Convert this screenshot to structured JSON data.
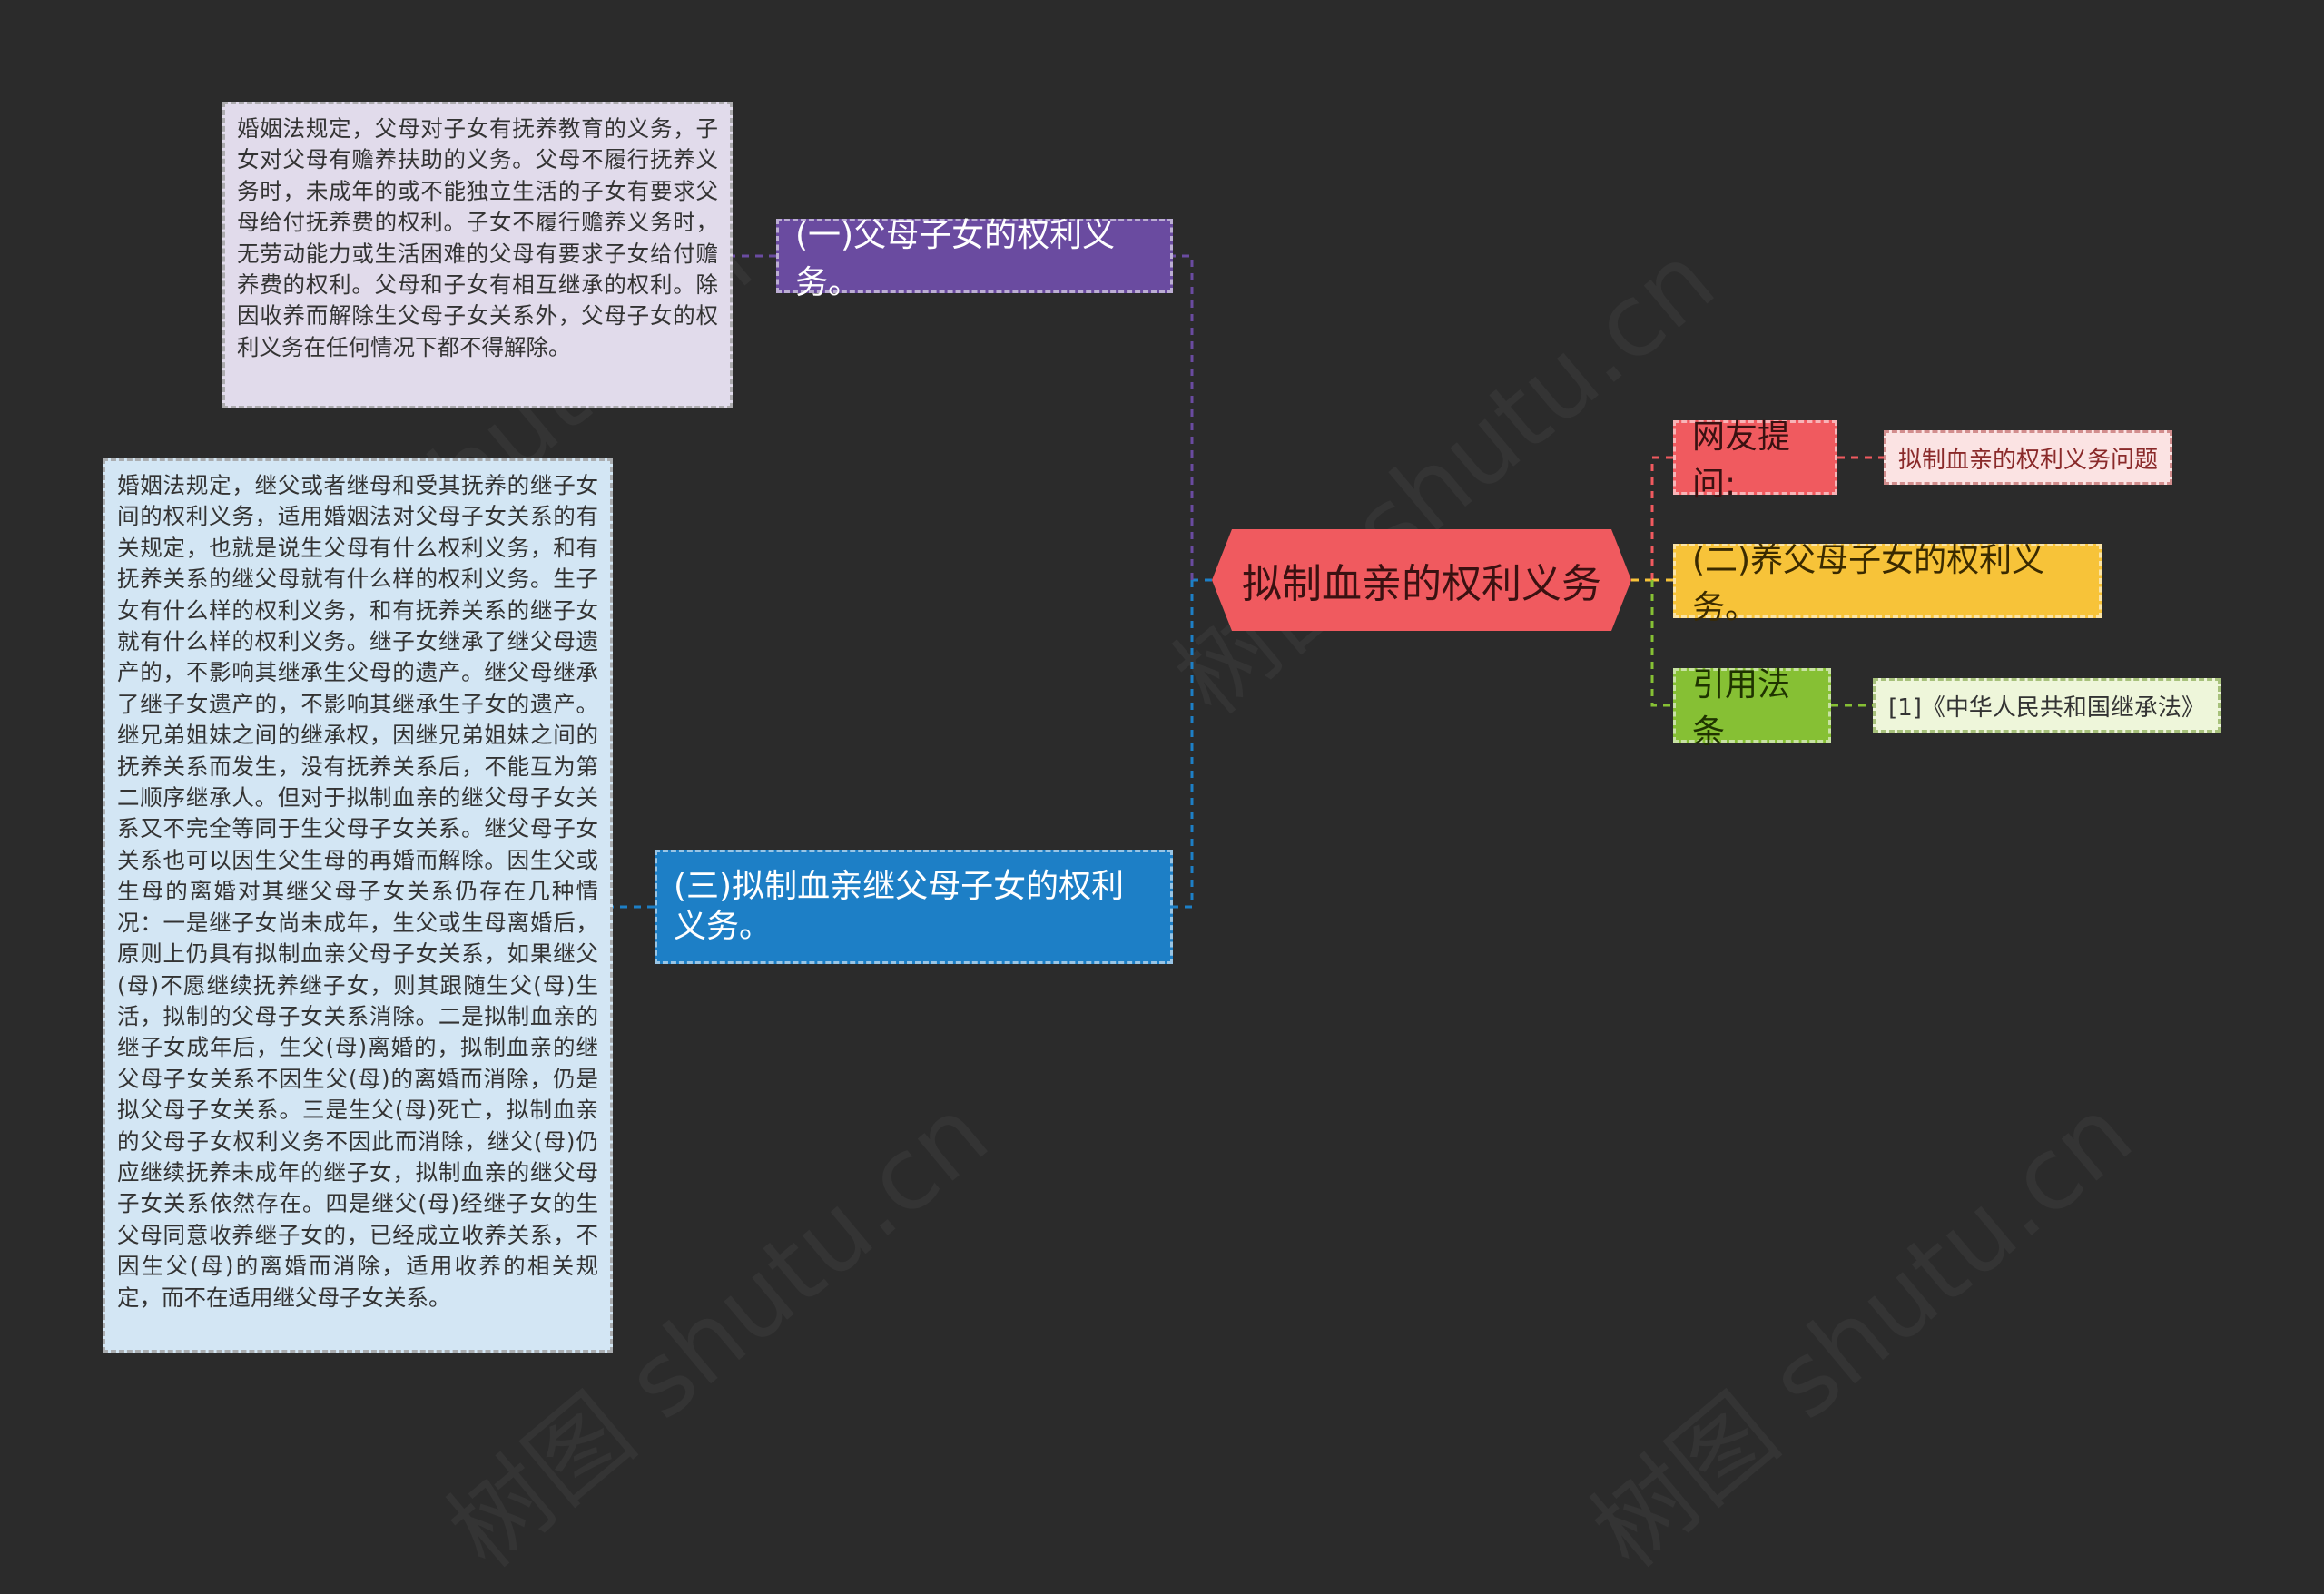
{
  "root": {
    "label": "拟制血亲的权利义务"
  },
  "branches": {
    "b1": {
      "label": "(一)父母子女的权利义务。"
    },
    "b2": {
      "label": "(二)养父母子女的权利义务。"
    },
    "b3": {
      "label": "(三)拟制血亲继父母子女的权利义务。"
    },
    "netizen": {
      "label": "网友提问:"
    },
    "cite": {
      "label": "引用法条"
    }
  },
  "leaves": {
    "netizen_q": "拟制血亲的权利义务问题",
    "cite_ref": "[1]《中华人民共和国继承法》"
  },
  "notes": {
    "note1": "婚姻法规定，父母对子女有抚养教育的义务，子女对父母有赡养扶助的义务。父母不履行抚养义务时，未成年的或不能独立生活的子女有要求父母给付抚养费的权利。子女不履行赡养义务时，无劳动能力或生活困难的父母有要求子女给付赡养费的权利。父母和子女有相互继承的权利。除因收养而解除生父母子女关系外，父母子女的权利义务在任何情况下都不得解除。",
    "note3": "婚姻法规定，继父或者继母和受其抚养的继子女间的权利义务，适用婚姻法对父母子女关系的有关规定，也就是说生父母有什么权利义务，和有抚养关系的继父母就有什么样的权利义务。生子女有什么样的权利义务，和有抚养关系的继子女就有什么样的权利义务。继子女继承了继父母遗产的，不影响其继承生父母的遗产。继父母继承了继子女遗产的，不影响其继承生子女的遗产。继兄弟姐妹之间的继承权，因继兄弟姐妹之间的抚养关系而发生，没有抚养关系后，不能互为第二顺序继承人。但对于拟制血亲的继父母子女关系又不完全等同于生父母子女关系。继父母子女关系也可以因生父生母的再婚而解除。因生父或生母的离婚对其继父母子女关系仍存在几种情况：一是继子女尚未成年，生父或生母离婚后，原则上仍具有拟制血亲父母子女关系，如果继父(母)不愿继续抚养继子女，则其跟随生父(母)生活，拟制的父母子女关系消除。二是拟制血亲的继子女成年后，生父(母)离婚的，拟制血亲的继父母子女关系不因生父(母)的离婚而消除，仍是拟父母子女关系。三是生父(母)死亡，拟制血亲的父母子女权利义务不因此而消除，继父(母)仍应继续抚养未成年的继子女，拟制血亲的继父母子女关系依然存在。四是继父(母)经继子女的生父母同意收养继子女的，已经成立收养关系，不因生父(母)的离婚而消除，适用收养的相关规定，而不在适用继父母子女关系。"
  },
  "colors": {
    "background": "#2b2b2b",
    "root": "#f05a5f",
    "b1": "#6a4ba0",
    "b2": "#f7c339",
    "b3": "#1d7fc6",
    "netizen": "#f05a5f",
    "cite": "#86c034"
  }
}
